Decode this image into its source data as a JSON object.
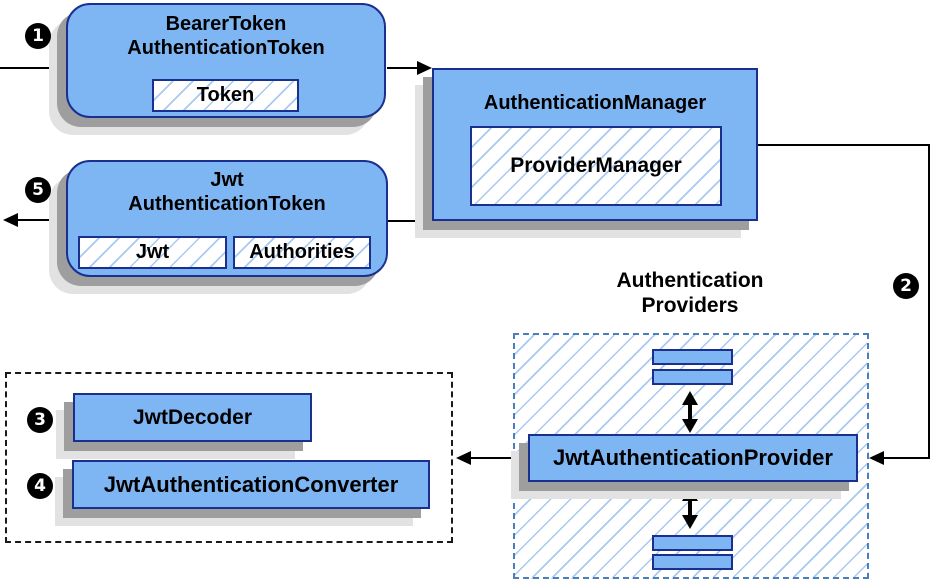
{
  "colors": {
    "box_fill": "#7eb6f4",
    "box_border": "#1b2f8f",
    "hatch_line": "#a7c9f2",
    "providers_dash_border": "#4a7ebc",
    "shadow_dark": "#9e9e9e",
    "shadow_light": "#e2e2e2",
    "arrow": "#000000",
    "step_badge_bg": "#000000",
    "step_badge_text": "#ffffff"
  },
  "steps": {
    "one": "1",
    "two": "2",
    "three": "3",
    "four": "4",
    "five": "5"
  },
  "nodes": {
    "bearer_token": {
      "title_line1": "BearerToken",
      "title_line2": "AuthenticationToken",
      "field_token": "Token"
    },
    "authentication_manager": {
      "title": "AuthenticationManager",
      "inner": "ProviderManager"
    },
    "jwt_authentication_token": {
      "title_line1": "Jwt",
      "title_line2": "AuthenticationToken",
      "field_jwt": "Jwt",
      "field_authorities": "Authorities"
    },
    "authentication_providers": {
      "title_line1": "Authentication",
      "title_line2": "Providers",
      "provider": "JwtAuthenticationProvider"
    },
    "jwt_decoder": {
      "label": "JwtDecoder"
    },
    "jwt_authentication_converter": {
      "label": "JwtAuthenticationConverter"
    }
  }
}
